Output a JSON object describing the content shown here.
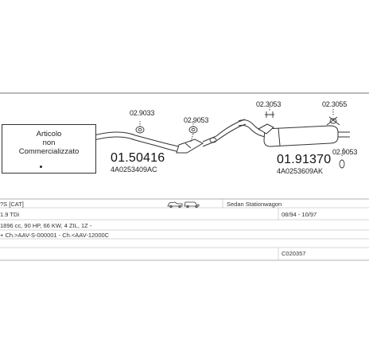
{
  "note_box": {
    "line1": "Articolo",
    "line2": "non",
    "line3": "Commercializzato"
  },
  "parts": [
    {
      "callout": "02.9033",
      "part_number": "01.50416",
      "oem": "4A0253409AC"
    },
    {
      "callout": "02.9053"
    },
    {
      "callout": "02.3053",
      "part_number": "01.91370",
      "oem": "4A0253609AK"
    },
    {
      "callout": "02.3055"
    },
    {
      "callout": "02.9053"
    }
  ],
  "info": {
    "engine_prefix": "?S [CAT]",
    "body_type": "Sedan Stationwagon",
    "model": "1.9 TDi",
    "years": "08/94 - 10/97",
    "spec": "1896 cc, 90 HP, 66 KW, 4 ZIL, 1Z -",
    "chassis": "+ Ch.>AAV-S-000001 - Ch.<AAV-12000C",
    "code": "C020357"
  },
  "colors": {
    "line": "#333333",
    "text": "#222222"
  }
}
